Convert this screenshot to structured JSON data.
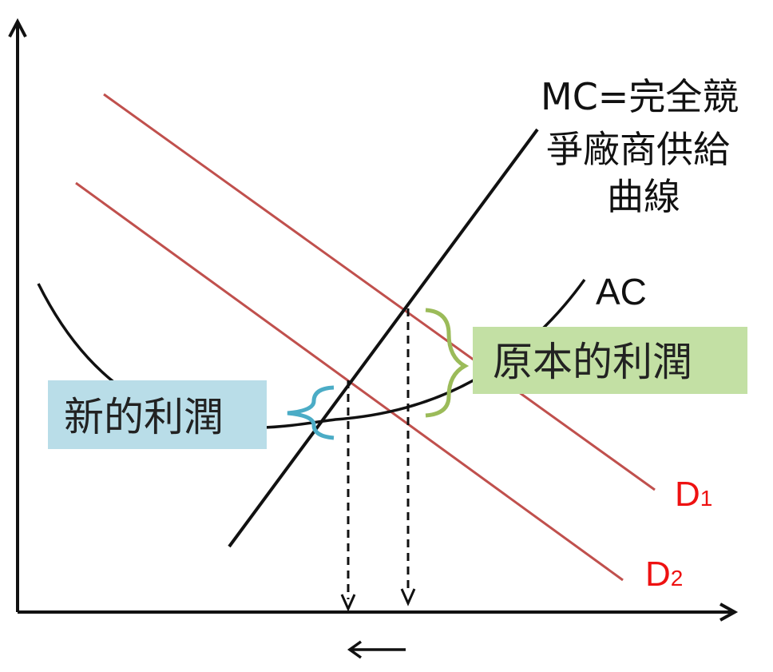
{
  "labels": {
    "mc_line1": "MC=完全競",
    "mc_line2": "爭廠商供給",
    "mc_line3": "曲線",
    "ac": "AC",
    "d1_main": "D",
    "d1_sub": "1",
    "d2_main": "D",
    "d2_sub": "2",
    "original_profit": "原本的利潤",
    "new_profit": "新的利潤"
  },
  "colors": {
    "axis": "#111111",
    "curve": "#111111",
    "demand_line": "#c0504d",
    "demand_label": "#ee1111",
    "original_profit_box": "#c3e0a4",
    "original_profit_brace": "#9bbb59",
    "new_profit_box": "#b9dde8",
    "new_profit_brace": "#4bacc6"
  },
  "icons": {
    "x_arrow": "arrow-right-icon",
    "y_arrow": "arrow-up-icon",
    "shift_arrow": "arrow-left-icon"
  }
}
